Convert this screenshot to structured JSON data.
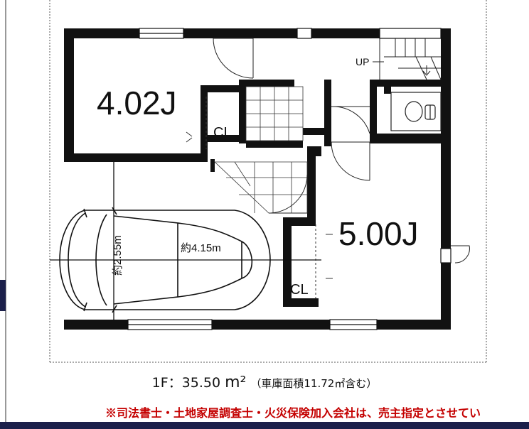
{
  "rooms": {
    "room_a": "4.02J",
    "room_b": "5.00J",
    "closet_a": "CL",
    "closet_b": "CL",
    "stairs": "UP"
  },
  "dimensions": {
    "width": "約4.15m",
    "depth": "約2.55m"
  },
  "caption": {
    "floor_area": "1F：35.50",
    "unit": "m²",
    "note": "（車庫面積11.72㎡含む）"
  },
  "notice": "※司法書士・土地家屋調査士・火災保険加入会社は、売主指定とさせてい",
  "colors": {
    "wall": "#111111",
    "notice": "#c40000",
    "bar": "#1b1f4a"
  }
}
